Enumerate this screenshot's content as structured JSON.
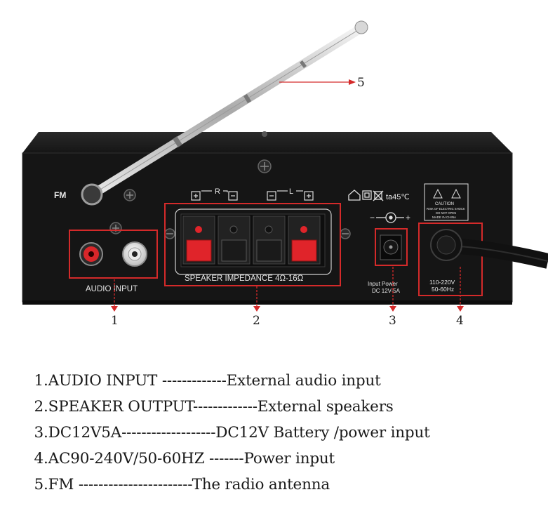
{
  "panel": {
    "fm_label": "FM",
    "channel_r": "R",
    "channel_l": "L",
    "audio_input_label": "AUDIO INPUT",
    "speaker_impedance_label": "SPEAKER IMPEDANCE 4Ω-16Ω",
    "temp_label": "ta45℃",
    "caution_label": "CAUTION",
    "caution_line1": "RISK OF ELECTRIC SHOCK",
    "caution_line2": "DO NOT OPEN",
    "made_in": "MADE IN CHINA",
    "input_power_label": "Input Power",
    "dc_label": "DC 12V-5A",
    "ac_range": "110-220V",
    "ac_freq": "50-60Hz",
    "polarity_plus": "+",
    "polarity_minus": "−"
  },
  "callouts": [
    "1",
    "2",
    "3",
    "4",
    "5"
  ],
  "legend": [
    {
      "num": "1.",
      "name": "AUDIO INPUT ",
      "dashes": "-------------",
      "desc": "External audio input"
    },
    {
      "num": "2.",
      "name": "SPEAKER OUTPUT",
      "dashes": "-------------",
      "desc": "External speakers"
    },
    {
      "num": "3.",
      "name": "DC12V5A",
      "dashes": "-------------------",
      "desc": "DC12V Battery /power input"
    },
    {
      "num": "4.",
      "name": "AC90-240V/50-60HZ ",
      "dashes": "-------",
      "desc": "Power input"
    },
    {
      "num": "5.",
      "name": "FM ",
      "dashes": "-----------------------",
      "desc": "The radio antenna"
    }
  ],
  "colors": {
    "chassis": "#1c1c1c",
    "panel_face": "#141414",
    "callout_red": "#d42a2a",
    "rca_red": "#d8262a",
    "terminal_red": "#e0242a",
    "antenna": "#c9c9c9"
  }
}
